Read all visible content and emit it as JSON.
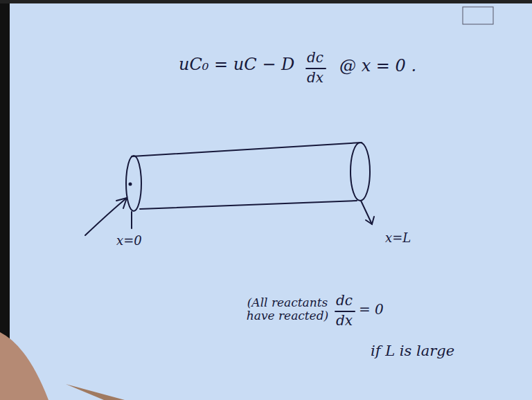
{
  "diagram": {
    "labels": [
      "uC₀ = uC − D",
      "dc",
      "dx",
      "@ x = 0 .",
      "x=0",
      "x=L",
      "(All reactants have reacted)",
      "dc",
      "dx",
      "= 0",
      "if L is large"
    ]
  }
}
